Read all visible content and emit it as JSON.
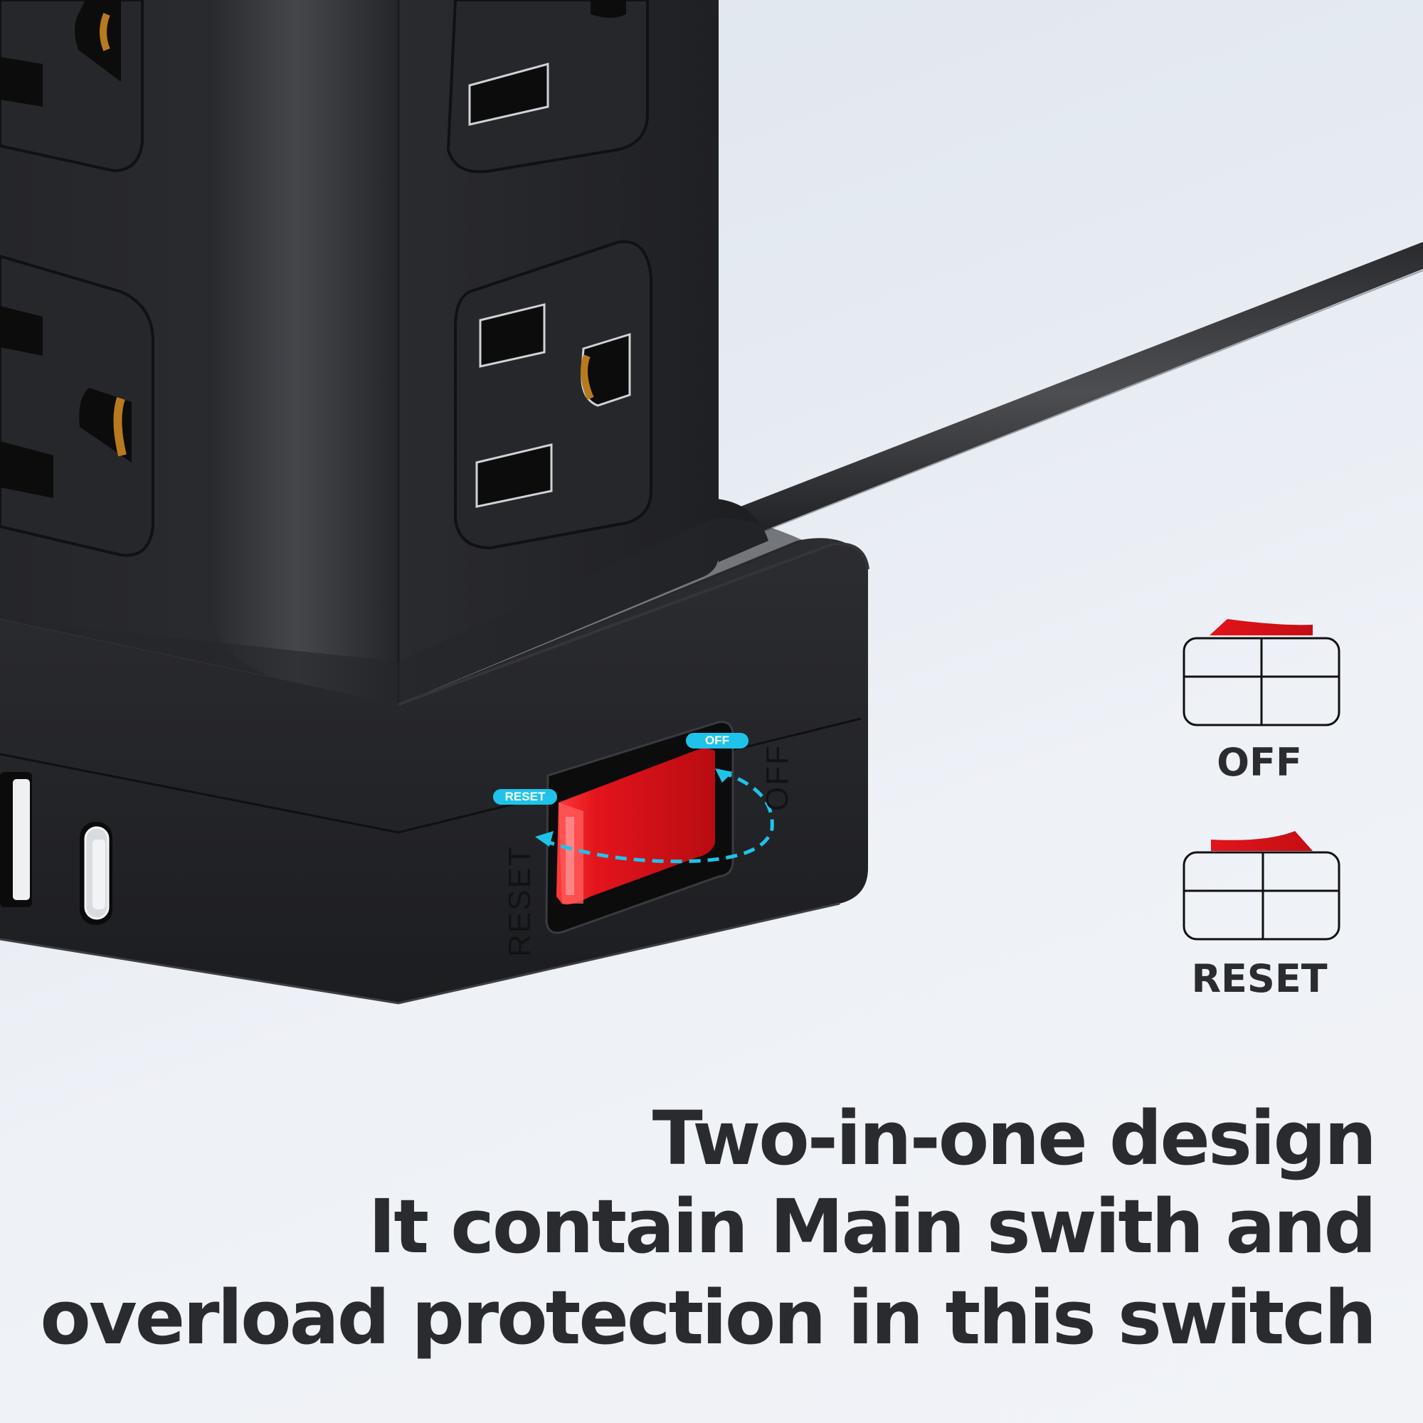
{
  "product": {
    "type": "tower-power-strip",
    "color": "#1e1f22",
    "visible_ports": [
      "ac-outlet",
      "ac-outlet",
      "ac-outlet",
      "ac-outlet",
      "usb-a",
      "usb-c"
    ]
  },
  "switch": {
    "color": "#e3141b",
    "chip_off": "OFF",
    "chip_reset": "RESET",
    "engraved_off": "OFF",
    "engraved_reset": "RESET",
    "chip_color": "#1fc3ea",
    "arrow_style": "dashed-curved"
  },
  "legend": {
    "items": [
      {
        "label": "OFF",
        "state": "tilted-left"
      },
      {
        "label": "RESET",
        "state": "tilted-right"
      }
    ]
  },
  "caption": {
    "line1": "Two-in-one design",
    "line2": "It contain Main swith and",
    "line3": "overload protection in this switch"
  }
}
